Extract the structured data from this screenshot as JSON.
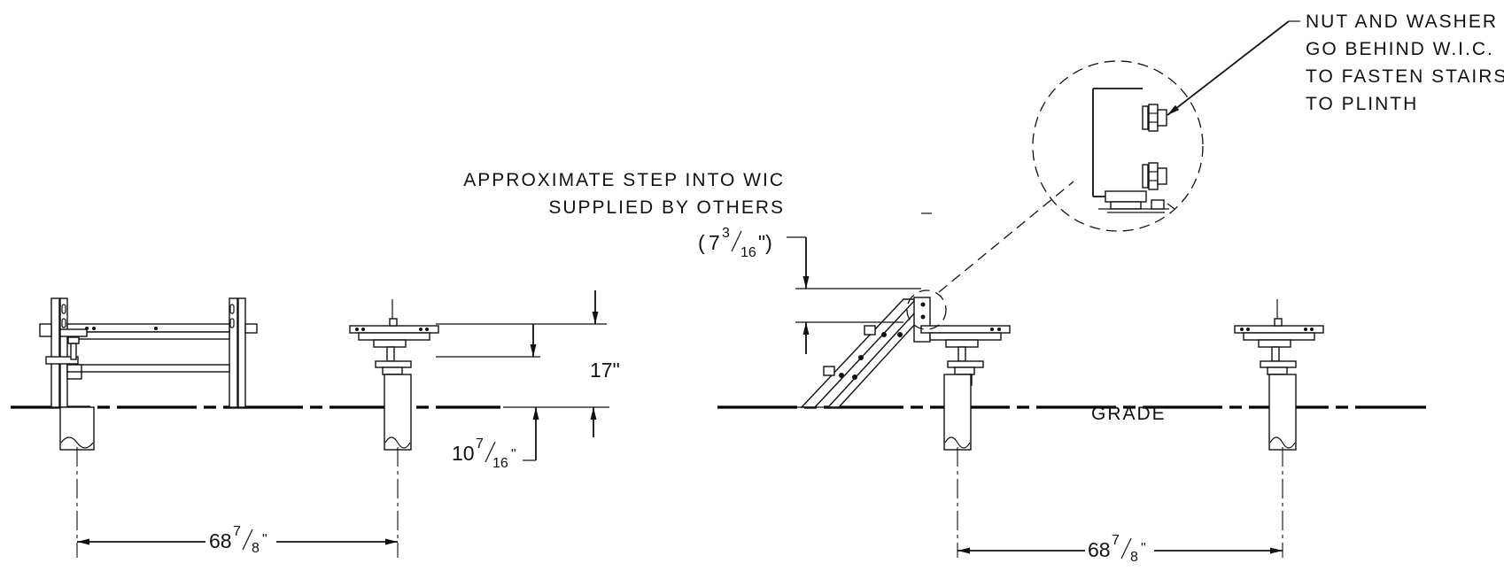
{
  "notes": {
    "nut_washer": [
      "NUT AND WASHER",
      "GO BEHIND W.I.C.",
      "TO FASTEN STAIRS",
      "TO PLINTH"
    ],
    "step_note": [
      "APPROXIMATE STEP INTO WIC",
      "SUPPLIED BY OTHERS"
    ],
    "grade": "GRADE"
  },
  "dimensions": {
    "step_height": {
      "open": "(",
      "whole": "7",
      "num": "3",
      "den": "16",
      "close": "\")"
    },
    "plinth_height": "17\"",
    "below_grade": {
      "whole": "10",
      "num": "7",
      "den": "16",
      "unit": "\""
    },
    "span_left": {
      "whole": "68",
      "num": "7",
      "den": "8",
      "unit": "\""
    },
    "span_right": {
      "whole": "68",
      "num": "7",
      "den": "8",
      "unit": "\""
    }
  }
}
